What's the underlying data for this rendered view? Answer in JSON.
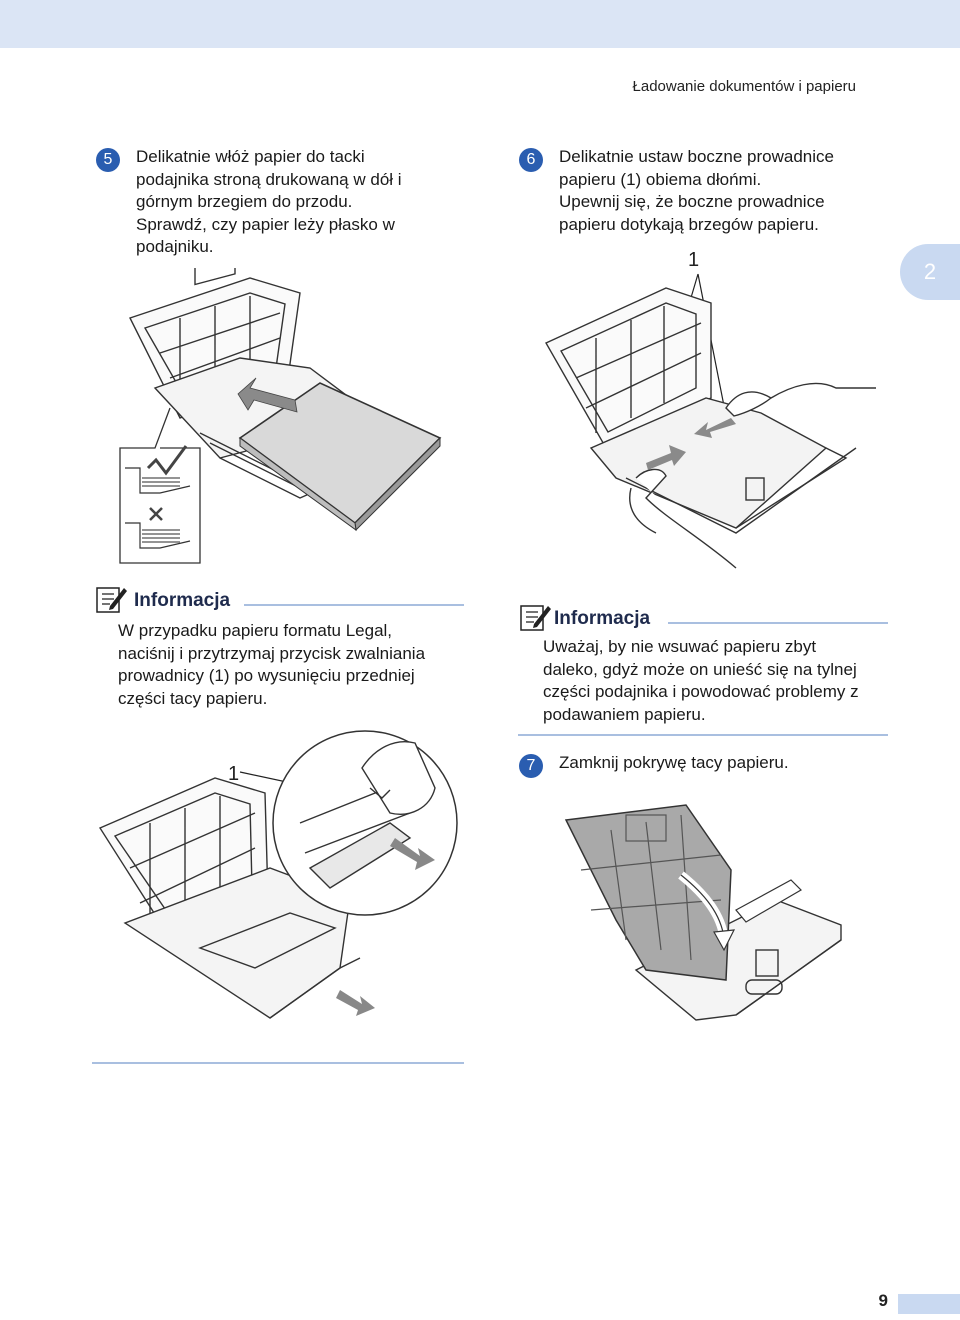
{
  "header": {
    "running_title": "Ładowanie dokumentów i papieru"
  },
  "chapter_tab": "2",
  "steps": [
    {
      "num": "5",
      "text": "Delikatnie włóż papier do tacki\npodajnika stroną drukowaną w dół i\ngórnym brzegiem do przodu.\nSprawdź, czy papier leży płasko w\npodajniku."
    },
    {
      "num": "6",
      "text": "Delikatnie ustaw boczne prowadnice\npapieru (1) obiema dłońmi.\nUpewnij się, że boczne prowadnice\npapieru dotykają brzegów papieru."
    },
    {
      "num": "7",
      "text": "Zamknij pokrywę tacy papieru."
    }
  ],
  "notes": [
    {
      "title": "Informacja",
      "text": "W przypadku papieru formatu Legal,\nnaciśnij i przytrzymaj przycisk zwalniania\nprowadnicy (1) po wysunięciu przedniej\nczęści tacy papieru."
    },
    {
      "title": "Informacja",
      "text": "Uważaj, by nie wsuwać papieru zbyt\ndaleko, gdyż może on unieść się na tylnej\nczęści podajnika i powodować problemy z\npodawaniem papieru."
    }
  ],
  "figure_callouts": {
    "fig_step6": "1",
    "fig_legal": "1"
  },
  "footer": {
    "page_number": "9"
  },
  "colors": {
    "accent": "#2a5db0",
    "rule": "#a9bfe0",
    "tab": "#c9d9f1",
    "topbar": "#dbe5f5"
  }
}
